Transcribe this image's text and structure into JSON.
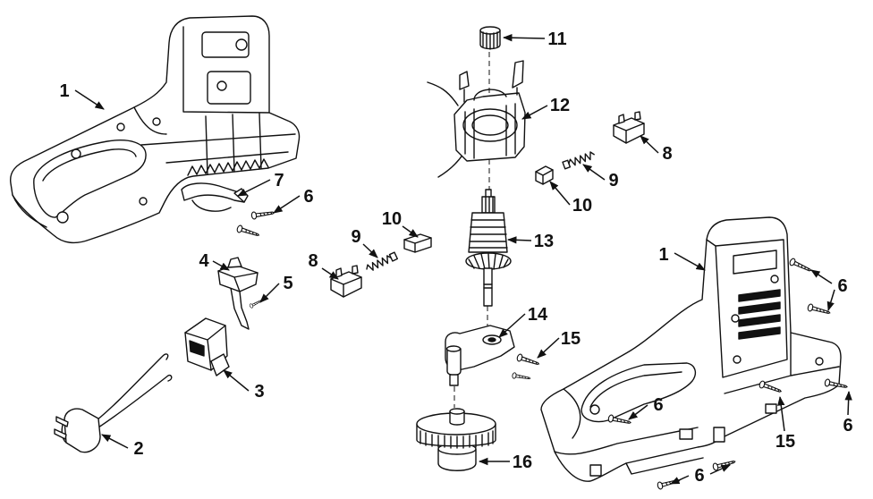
{
  "callouts": [
    "1",
    "11",
    "12",
    "8",
    "9",
    "10",
    "7",
    "6",
    "10",
    "9",
    "8",
    "13",
    "1",
    "6",
    "4",
    "5",
    "14",
    "15",
    "3",
    "6",
    "6",
    "15",
    "2",
    "16",
    "6"
  ]
}
